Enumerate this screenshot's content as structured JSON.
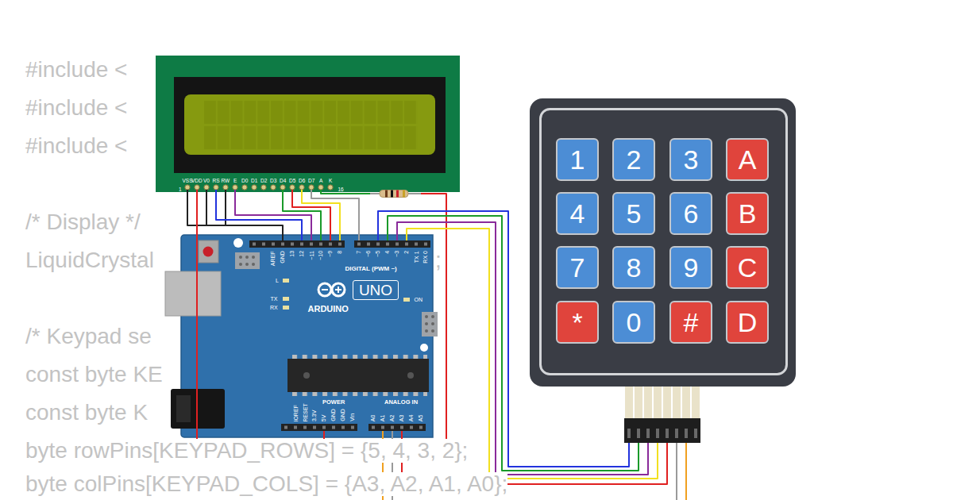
{
  "diagram": {
    "nodes": [
      {
        "text": [
          "1"
        ]
      },
      {
        "text": [
          "2"
        ]
      },
      {
        "text": [
          "3"
        ]
      },
      {
        "text": [
          "A"
        ]
      },
      {
        "text": [
          "4"
        ]
      },
      {
        "text": [
          "5"
        ]
      },
      {
        "text": [
          "6"
        ]
      },
      {
        "text": [
          "B"
        ]
      },
      {
        "text": [
          "7"
        ]
      },
      {
        "text": [
          "8"
        ]
      },
      {
        "text": [
          "9"
        ]
      },
      {
        "text": [
          "C"
        ]
      },
      {
        "text": [
          "*"
        ]
      },
      {
        "text": [
          "0"
        ]
      },
      {
        "text": [
          "#"
        ]
      },
      {
        "text": [
          "D"
        ]
      },
      {
        "text": [
          "UNO"
        ]
      }
    ],
    "labels": [
      "#include <",
      "#include <",
      "#include <",
      "/* Display */",
      "LiquidCrystal",
      ";",
      "/* Keypad se",
      "const byte KE",
      "const byte K",
      "byte rowPins[KEYPAD_ROWS] = {5, 4, 3, 2};",
      "byte colPins[KEYPAD_COLS] = {A3, A2, A1, A0};",
      "VSS",
      "VDD",
      "V0",
      "RS",
      "RW",
      "E",
      "D0",
      "D1",
      "D2",
      "D3",
      "D4",
      "D5",
      "D6",
      "D7",
      "A",
      "K",
      "1",
      "16",
      "AREF",
      "GND",
      "13",
      "12",
      "~11",
      "~10",
      "~9",
      "8",
      "7",
      "~6",
      "~5",
      "4",
      "~3",
      "2",
      "TX 1",
      "RX 0",
      "DIGITAL (PWM ~)",
      "L",
      "TX",
      "RX",
      "ARDUINO",
      "ON",
      "IOREF",
      "RESET",
      "3.3V",
      "5V",
      "GND",
      "GND",
      "Vin",
      "POWER",
      "ANALOG IN",
      "A0",
      "A1",
      "A2",
      "A3",
      "A4",
      "A5"
    ]
  }
}
